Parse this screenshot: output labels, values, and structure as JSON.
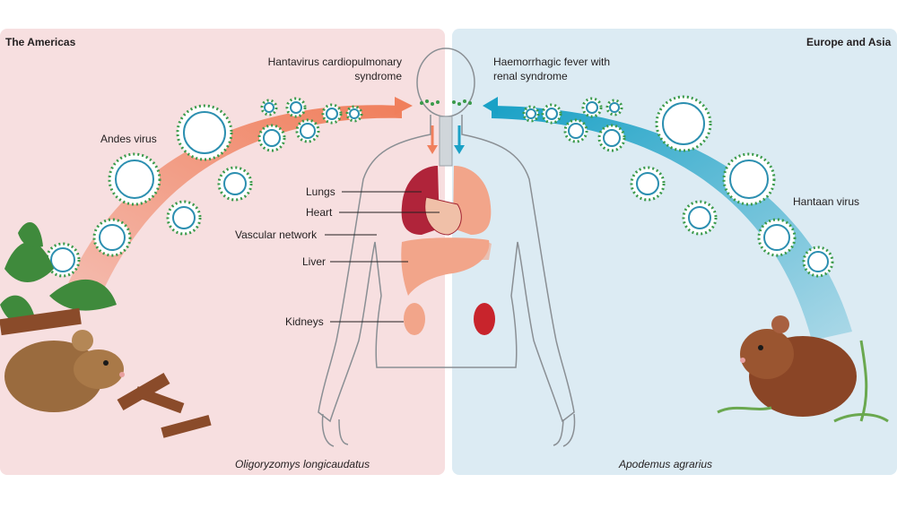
{
  "regions": {
    "left": "The Americas",
    "right": "Europe and Asia"
  },
  "syndromes": {
    "left_line1": "Hantavirus cardiopulmonary",
    "left_line2": "syndrome",
    "right_line1": "Haemorrhagic fever with",
    "right_line2": "renal syndrome"
  },
  "viruses": {
    "left": "Andes virus",
    "right": "Hantaan virus"
  },
  "organs": {
    "lungs": "Lungs",
    "heart": "Heart",
    "vascular": "Vascular network",
    "liver": "Liver",
    "kidneys": "Kidneys"
  },
  "hosts": {
    "left": "Oligoryzomys longicaudatus",
    "right": "Apodemus agrarius"
  },
  "colors": {
    "left_panel": "#f7dfe0",
    "right_panel": "#dcebf3",
    "left_arrow": "#f07f5c",
    "right_arrow": "#1aa1c6",
    "virus_spike": "#3a9a4a",
    "virus_ring": "#2c8fb0",
    "lung": "#b0243a",
    "organ_light": "#f2a58a",
    "kidney_dark": "#c8242c"
  }
}
